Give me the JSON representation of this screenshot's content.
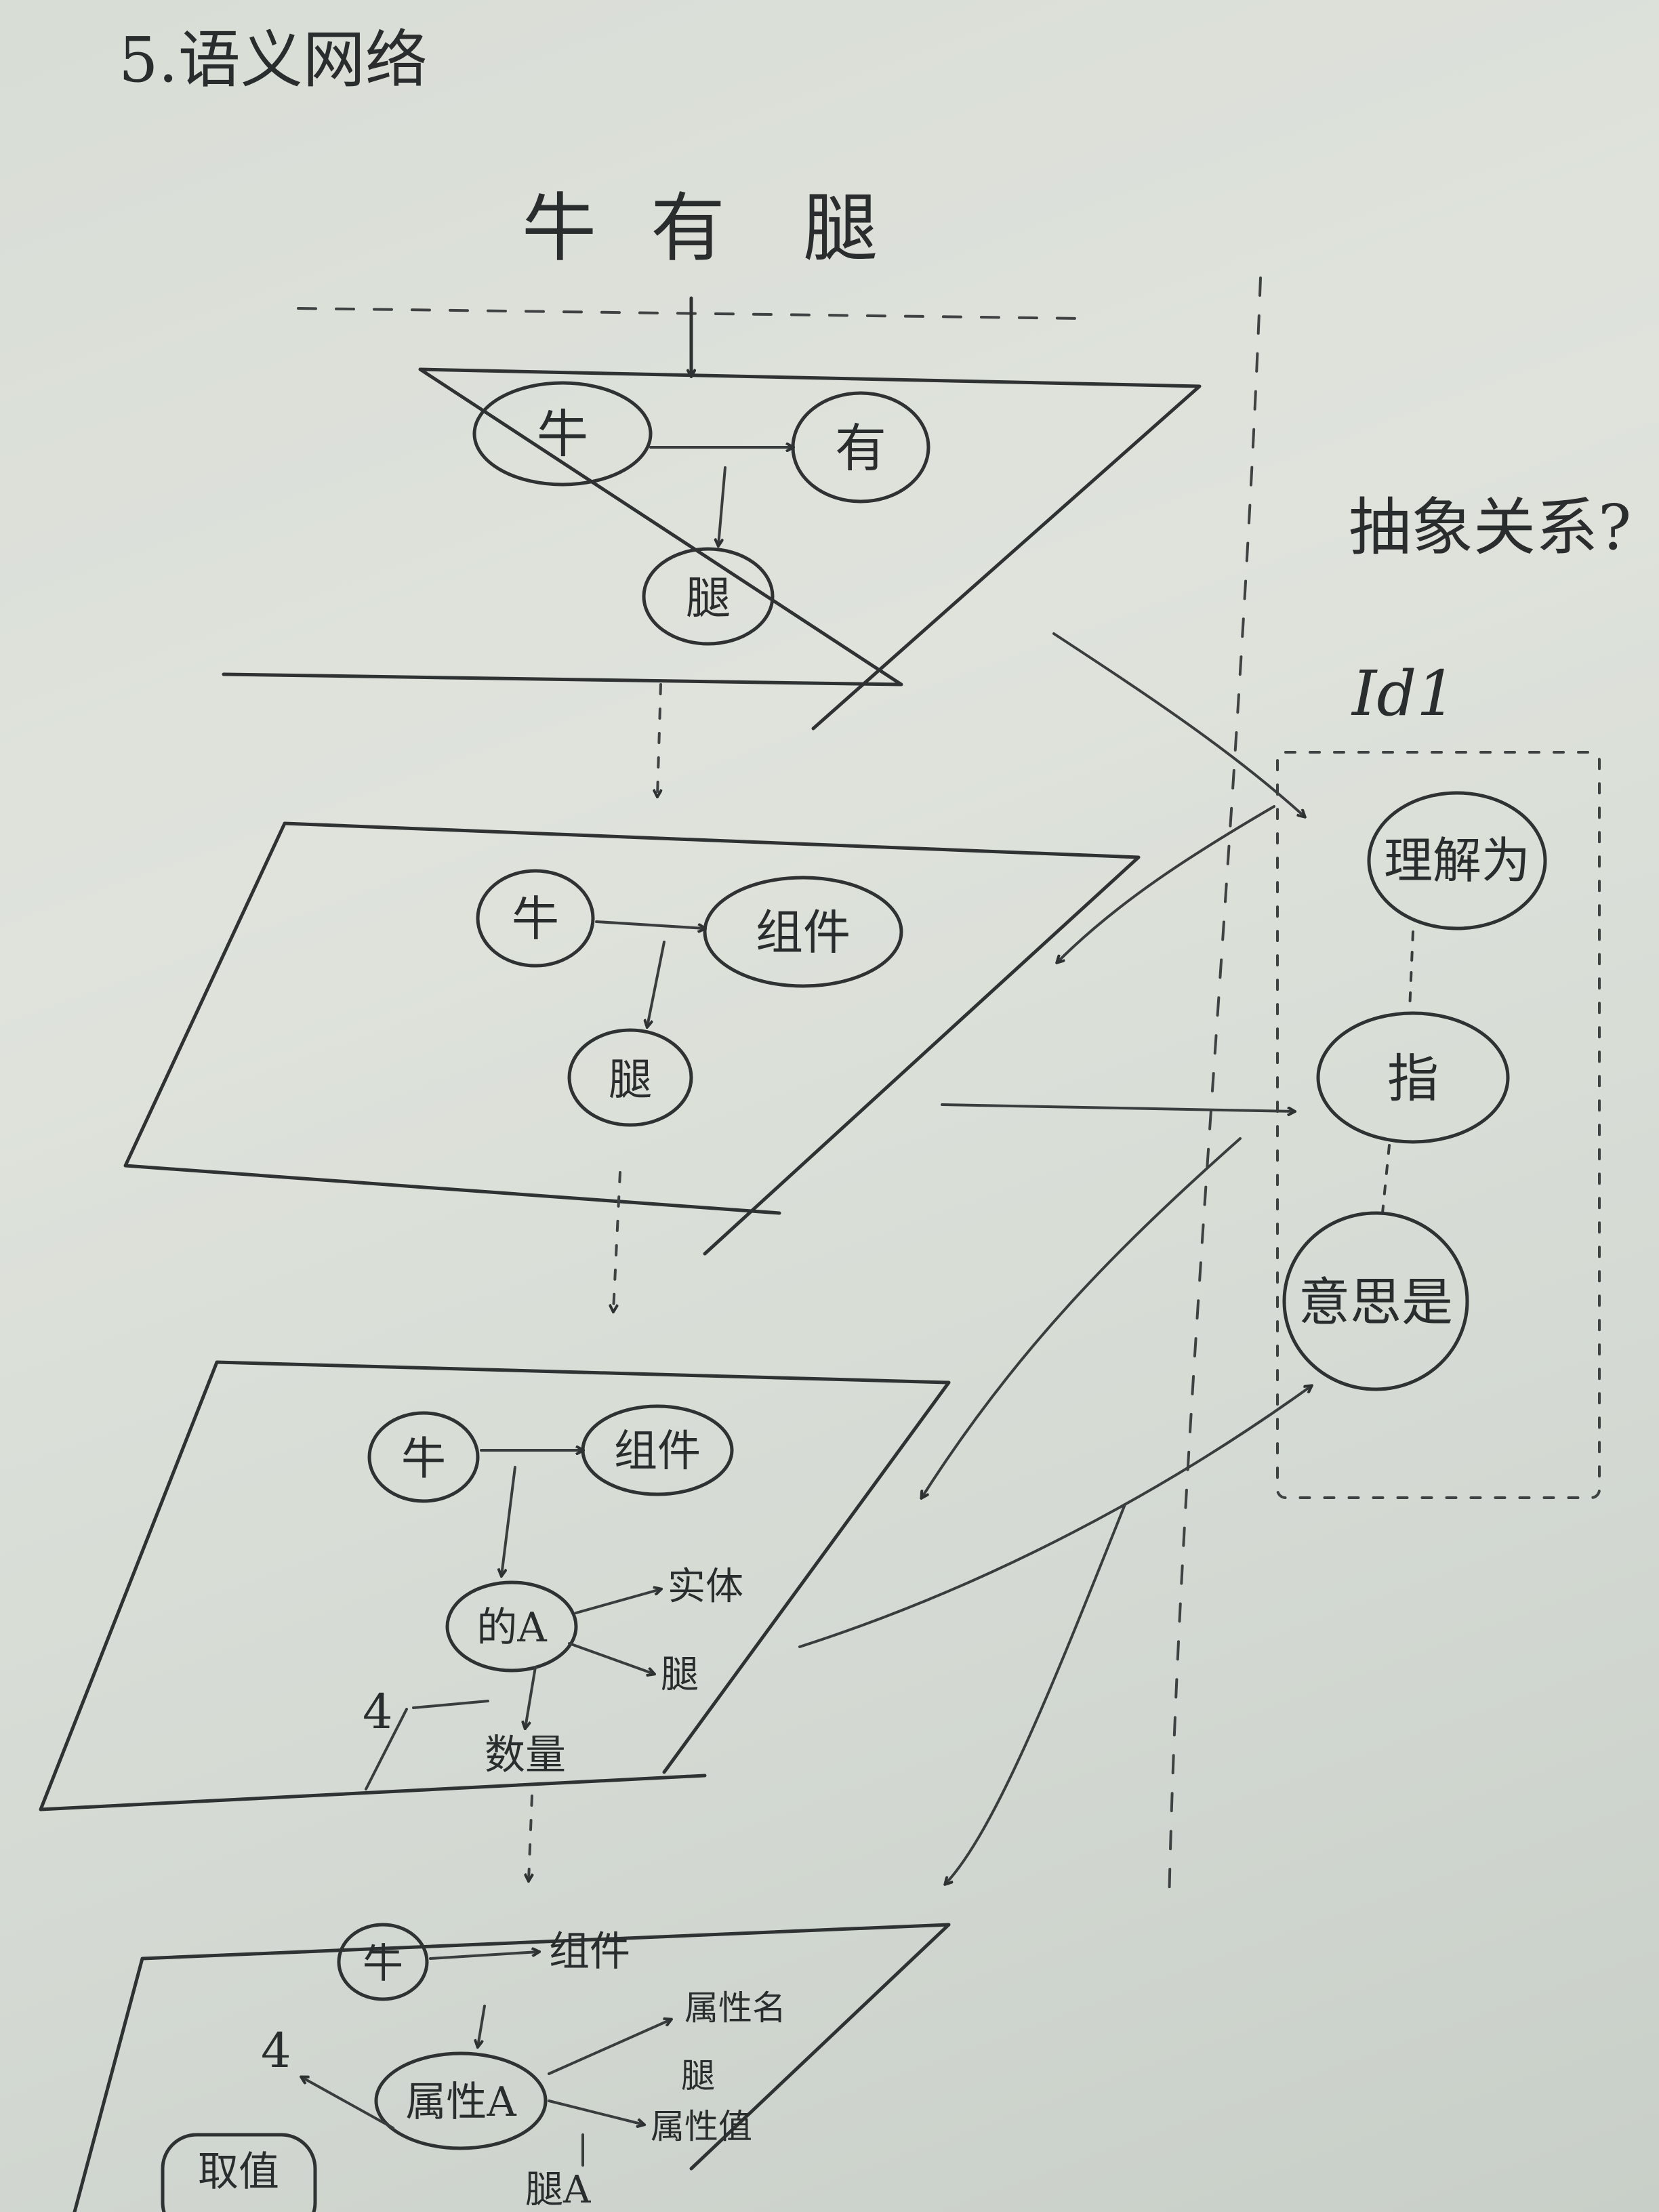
{
  "title": "5.语义网络",
  "top_nodes": [
    "牛",
    "有",
    "腿"
  ],
  "side": {
    "heading": "抽象关系?",
    "label": "Id1",
    "nodes": [
      "理解为",
      "指",
      "意思是"
    ]
  },
  "layers": [
    {
      "nodes": {
        "n1": "牛",
        "n2": "有",
        "n3": "腿"
      }
    },
    {
      "nodes": {
        "n1": "牛",
        "n2": "组件",
        "n3": "腿"
      }
    },
    {
      "nodes": {
        "n1": "牛",
        "n2": "组件",
        "n3": "的A"
      },
      "leaves": {
        "a": "实体",
        "b": "腿",
        "c": "数量",
        "d": "4"
      }
    },
    {
      "nodes": {
        "n1": "牛",
        "n2": "组件",
        "n3": "属性A",
        "n4": "取值"
      },
      "leaves": {
        "a": "属性名",
        "b": "腿",
        "c": "属性值",
        "d": "腿A",
        "e": "4"
      }
    }
  ]
}
